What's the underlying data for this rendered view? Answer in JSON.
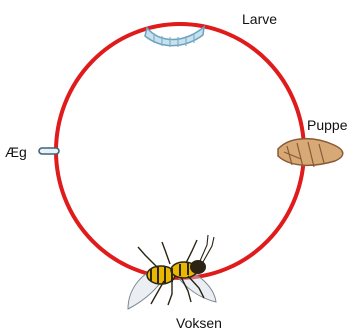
{
  "stages": {
    "larve": "Larve",
    "puppe": "Puppe",
    "aeg": "Æg",
    "voksen": "Voksen"
  },
  "colors": {
    "cycle_ring": "#e01b1b",
    "larva_body": "#c8e1ef",
    "larva_shade": "#7fb0c8",
    "pupa_body": "#d7a977",
    "pupa_dark": "#8b5a33",
    "egg_fill": "#e8f2f8",
    "egg_outline": "#3e6478",
    "wasp_yellow": "#e8b800",
    "wasp_dark": "#2b2313"
  },
  "icons": {
    "larva": "larva-illustration",
    "pupa": "pupa-illustration",
    "egg": "egg-illustration",
    "adult": "adult-wasp-illustration"
  }
}
